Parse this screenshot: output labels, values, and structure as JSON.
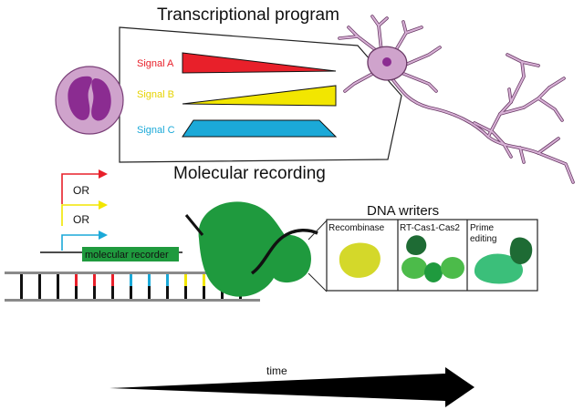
{
  "titles": {
    "top": "Transcriptional program",
    "middle": "Molecular recording",
    "writers": "DNA writers"
  },
  "signals": [
    {
      "label": "Signal A",
      "color": "#e8202a"
    },
    {
      "label": "Signal B",
      "color": "#f2e600"
    },
    {
      "label": "Signal C",
      "color": "#1ba9d8"
    }
  ],
  "logic": {
    "or_label": "OR",
    "arrow_colors": [
      "#e8202a",
      "#f2e600",
      "#1ba9d8"
    ]
  },
  "recorder": {
    "label": "molecular recorder",
    "color": "#1f9a3e"
  },
  "writers": [
    {
      "label": "Recombinase"
    },
    {
      "label": "RT-Cas1-Cas2"
    },
    {
      "label_line1": "Prime",
      "label_line2": "editing"
    }
  ],
  "dna": {
    "tick_colors": [
      "#e8202a",
      "#e8202a",
      "#e8202a",
      "#1ba9d8",
      "#1ba9d8",
      "#1ba9d8",
      "#f2e600",
      "#f2e600",
      "#f2e600"
    ]
  },
  "timeline": {
    "label": "time"
  },
  "colors": {
    "cell_outer": "#cfa3cc",
    "cell_nucleus": "#8b2c91",
    "neuron": "#cfa3cc",
    "enzyme": "#1f9a3e",
    "recombinase": "#d4d82a",
    "cas_dark": "#1e6b34",
    "cas_mid": "#4cbb4a",
    "prime": "#3bbf7a"
  }
}
